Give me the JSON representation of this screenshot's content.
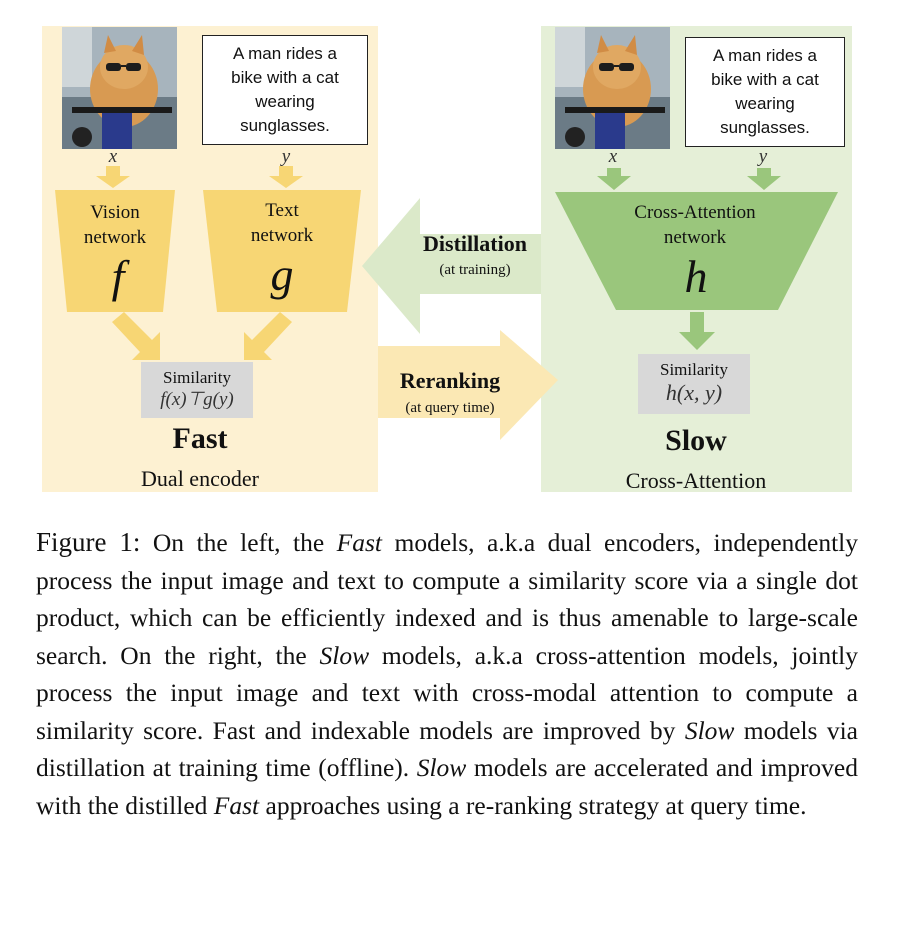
{
  "figure": {
    "fast_panel": {
      "caption_text": "A man rides a bike with a cat wearing sunglasses.",
      "caption_lines": [
        "A man rides a",
        "bike with a cat",
        "wearing",
        "sunglasses."
      ],
      "image_var": "x",
      "text_var": "y",
      "vision_network": {
        "line1": "Vision",
        "line2": "network",
        "symbol": "f"
      },
      "text_network": {
        "line1": "Text",
        "line2": "network",
        "symbol": "g"
      },
      "similarity": {
        "label": "Similarity",
        "formula": "f(x)⊤g(y)"
      },
      "title": "Fast",
      "subtitle": "Dual encoder"
    },
    "slow_panel": {
      "caption_lines": [
        "A man rides a",
        "bike with a cat",
        "wearing",
        "sunglasses."
      ],
      "image_var": "x",
      "text_var": "y",
      "network": {
        "line1": "Cross-Attention",
        "line2": "network",
        "symbol": "h"
      },
      "similarity": {
        "label": "Similarity",
        "formula": "h(x, y)"
      },
      "title": "Slow",
      "subtitle": "Cross-Attention"
    },
    "distillation": {
      "label": "Distillation",
      "sub": "(at training)"
    },
    "reranking": {
      "label": "Reranking",
      "sub": "(at query time)"
    },
    "colors": {
      "fast_bg": "#fdf1d2",
      "slow_bg": "#e5efd7",
      "fast_accent": "#f7d674",
      "slow_accent": "#9ac67c",
      "arrow_distill": "#dbe9c9",
      "arrow_rerank": "#fbe8b4"
    }
  },
  "caption": {
    "label": "Figure 1:",
    "s1": " On the left, the ",
    "fast1": "Fast",
    "s2": " models, a.k.a dual encoders, independently process the input image and text to compute a similarity score via a single dot product, which can be efficiently indexed and is thus amenable to large-scale search. On the right, the ",
    "slow1": "Slow",
    "s3": " models, a.k.a cross-attention models, jointly process the input image and text with cross-modal attention to compute a similarity score. Fast and indexable models are improved by ",
    "slow2": "Slow",
    "s4": " models via distillation at training time (offline). ",
    "slow3": "Slow",
    "s5": " models are accelerated and improved with the distilled ",
    "fast2": "Fast",
    "s6": " approaches using a re-ranking strategy at query time."
  }
}
